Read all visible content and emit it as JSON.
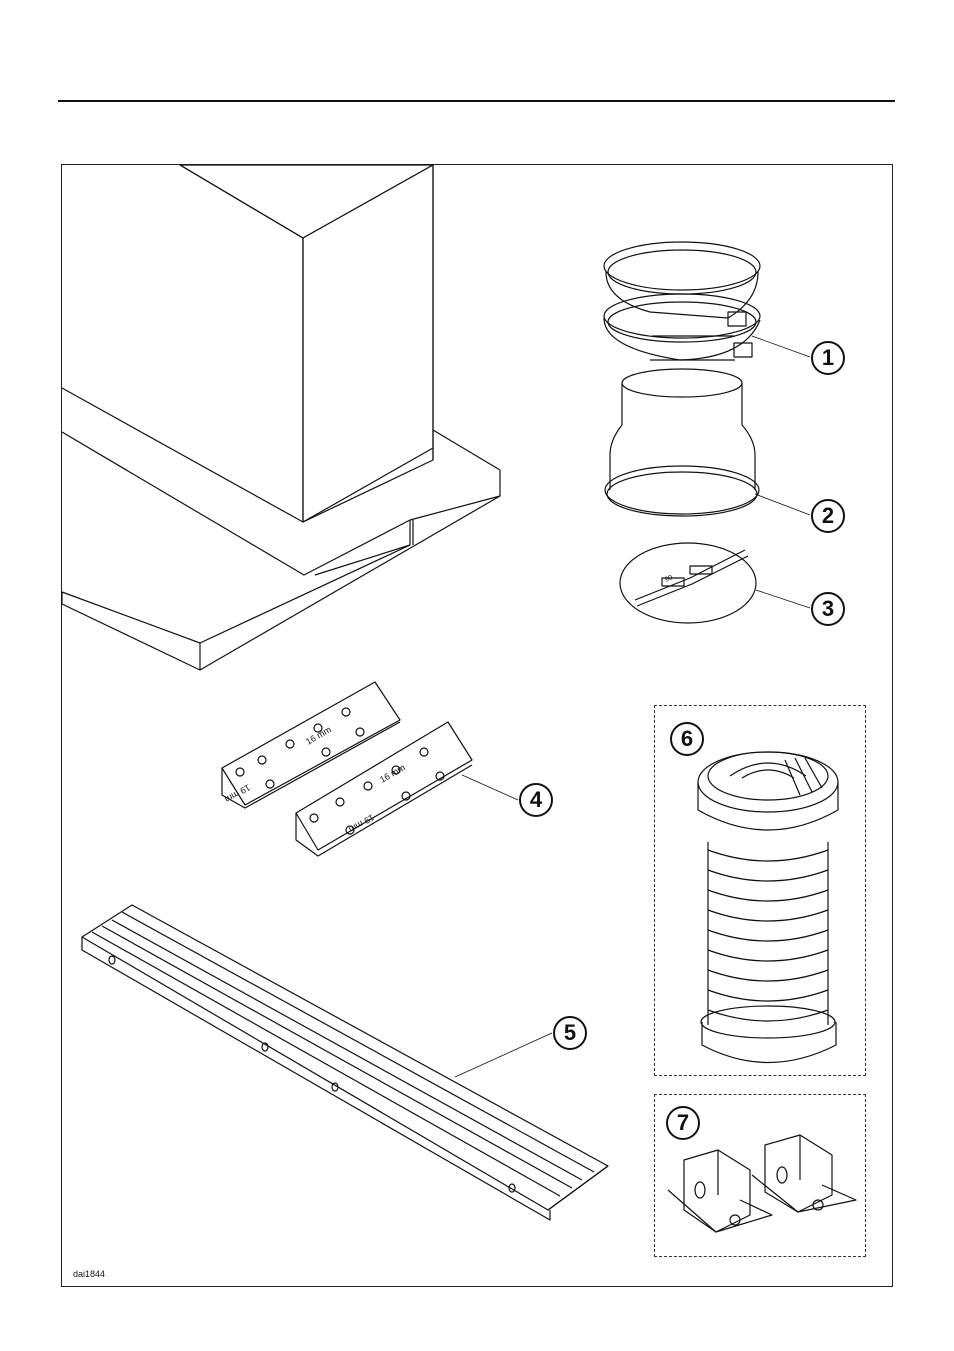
{
  "callouts": [
    {
      "label": "1"
    },
    {
      "label": "2"
    },
    {
      "label": "3"
    },
    {
      "label": "4"
    },
    {
      "label": "5"
    },
    {
      "label": "6"
    },
    {
      "label": "7"
    }
  ],
  "bracket_text": {
    "a": "16 mm",
    "b": "19 mm"
  },
  "plate_text": "90",
  "drawing_code": "dai1844"
}
